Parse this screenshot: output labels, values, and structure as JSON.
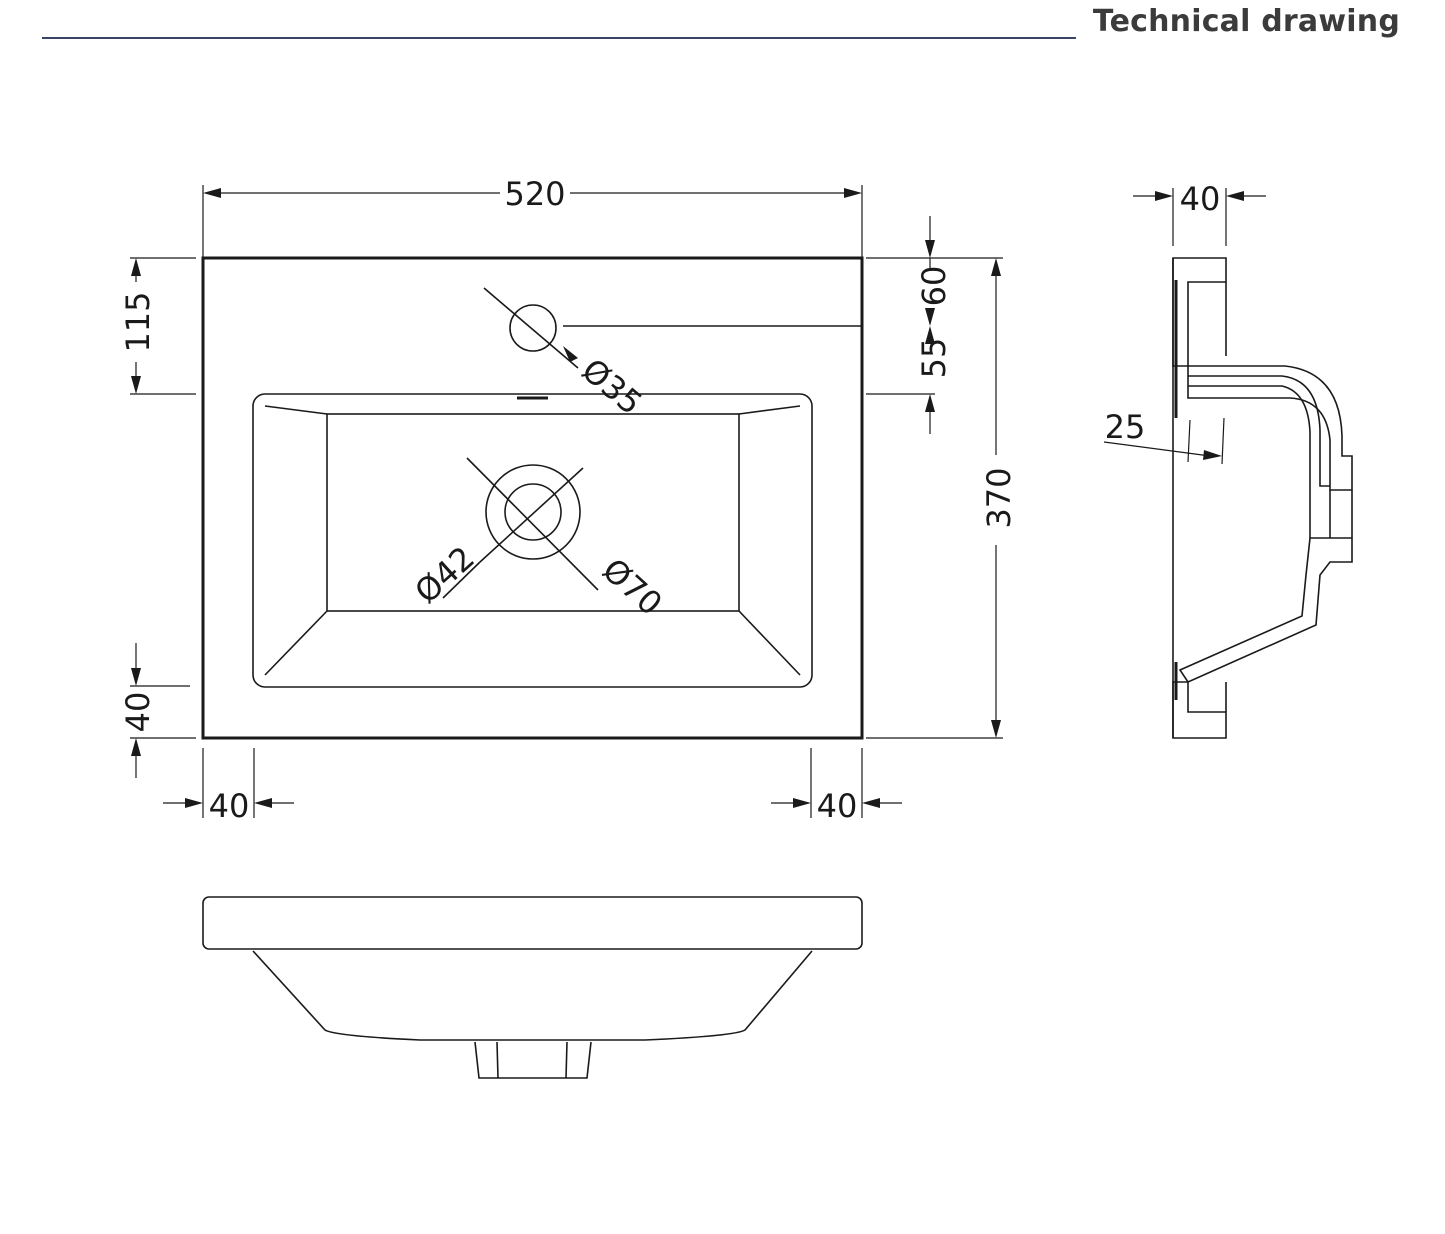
{
  "header": {
    "title": "Technical drawing"
  },
  "dimensions": {
    "overall_width": "520",
    "overall_depth": "370",
    "tap_hole_offset": "115",
    "front_rim": "40",
    "left_rim": "40",
    "right_rim": "40",
    "tap_to_back": "60",
    "tap_to_bowl": "55",
    "tap_hole_diameter": "Ø35",
    "waste_inner_diameter": "Ø42",
    "waste_outer_diameter": "Ø70",
    "side_rim_thickness": "40",
    "overflow_depth": "25"
  },
  "colors": {
    "line": "#1a1a1a",
    "header_rule": "#3a4466",
    "header_text": "#3b3b3b"
  }
}
